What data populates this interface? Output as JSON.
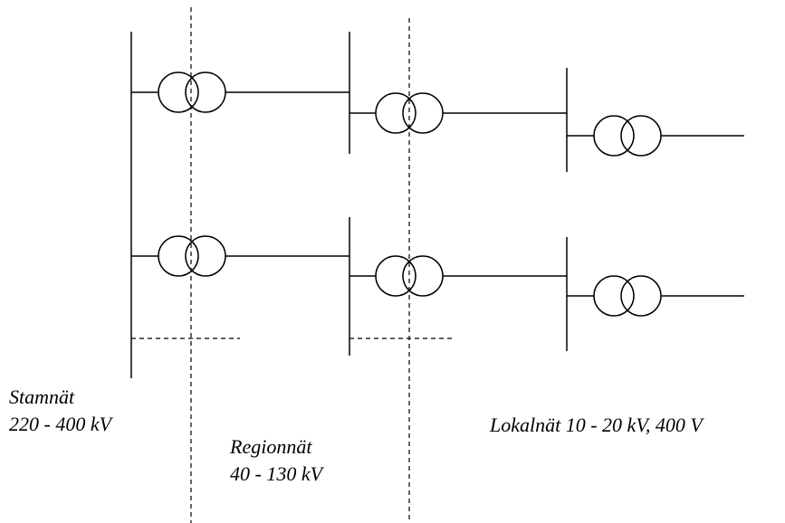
{
  "labels": {
    "stamnat": {
      "line1": "Stamnät",
      "line2": "220 - 400 kV"
    },
    "regionnat": {
      "line1": "Regionnät",
      "line2": "40 - 130 kV"
    },
    "lokalnat": {
      "line1": "Lokalnät 10 - 20 kV, 400 V"
    }
  }
}
